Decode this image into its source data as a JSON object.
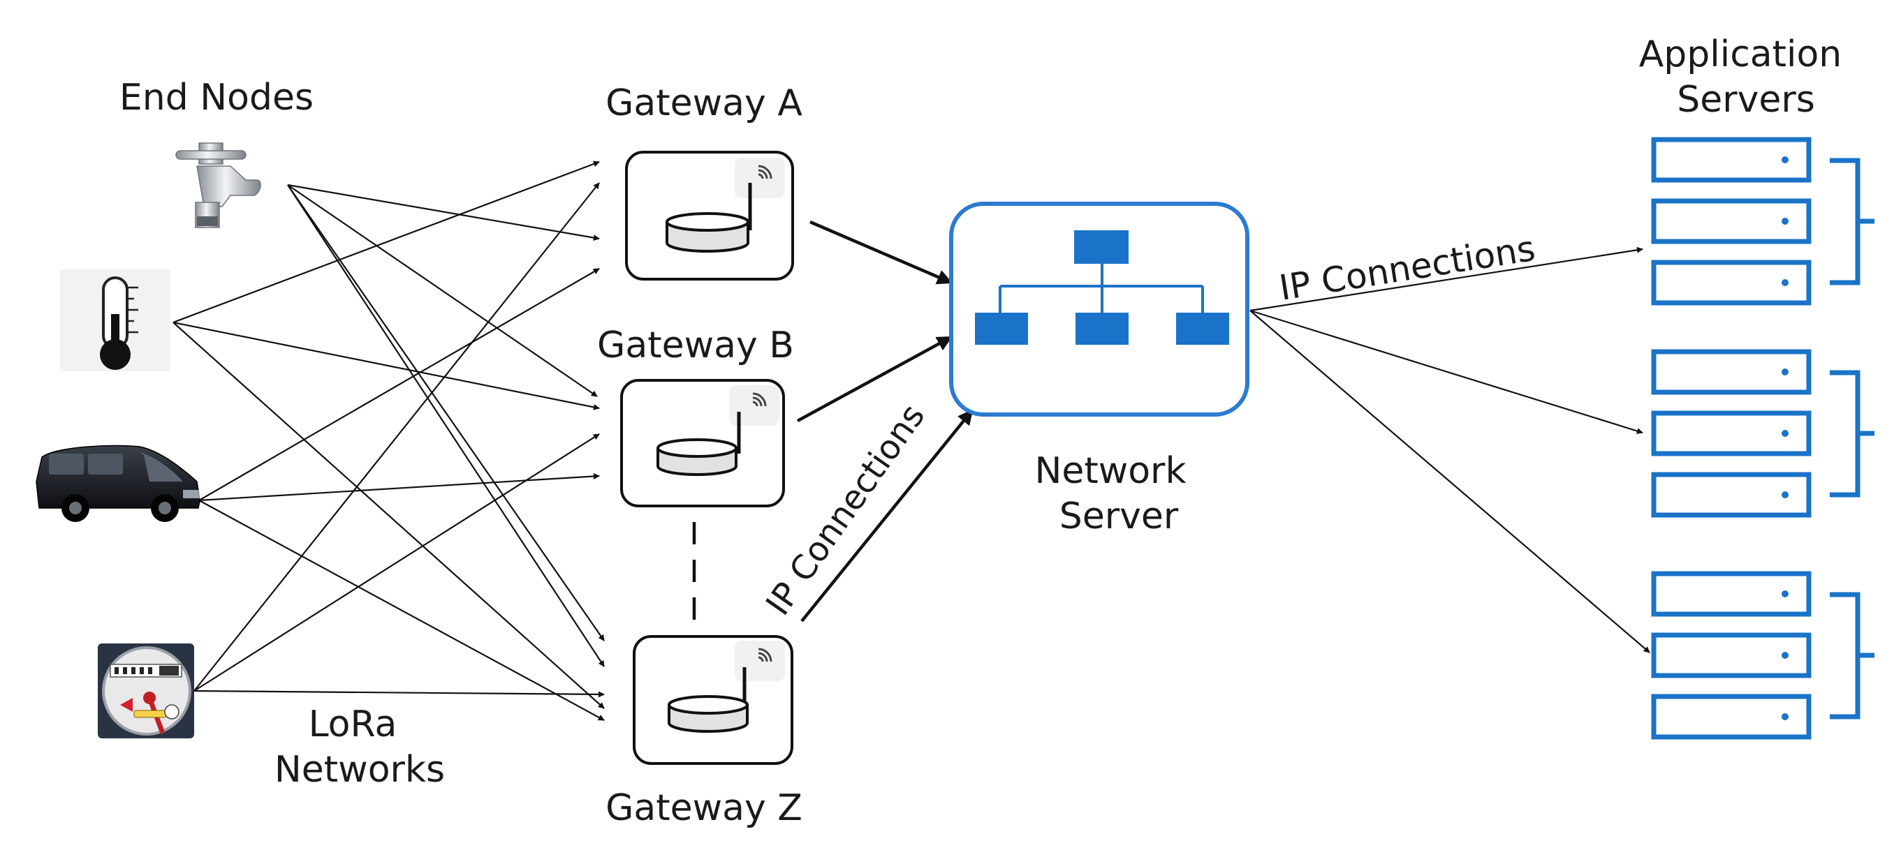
{
  "labels": {
    "end_nodes": "End Nodes",
    "gateway_a": "Gateway A",
    "gateway_b": "Gateway B",
    "gateway_z": "Gateway Z",
    "network_server_line1": "Network",
    "network_server_line2": "Server",
    "application_servers_line1": "Application",
    "application_servers_line2": "Servers",
    "lora_line1": "LoRa",
    "lora_line2": "Networks",
    "ip_connections_gateways": "IP Connections",
    "ip_connections_apps": "IP Connections"
  },
  "end_nodes": [
    {
      "id": "faucet",
      "icon": "faucet-icon"
    },
    {
      "id": "thermometer",
      "icon": "thermometer-icon"
    },
    {
      "id": "van",
      "icon": "van-icon"
    },
    {
      "id": "water-meter",
      "icon": "water-meter-icon"
    }
  ],
  "gateways": [
    {
      "id": "gateway-a",
      "icon": "gateway-radio-icon"
    },
    {
      "id": "gateway-b",
      "icon": "gateway-radio-icon"
    },
    {
      "id": "gateway-z",
      "icon": "gateway-radio-icon"
    }
  ],
  "application_server_groups": 3,
  "colors": {
    "accent_blue": "#1a73c8",
    "line": "#111111"
  }
}
